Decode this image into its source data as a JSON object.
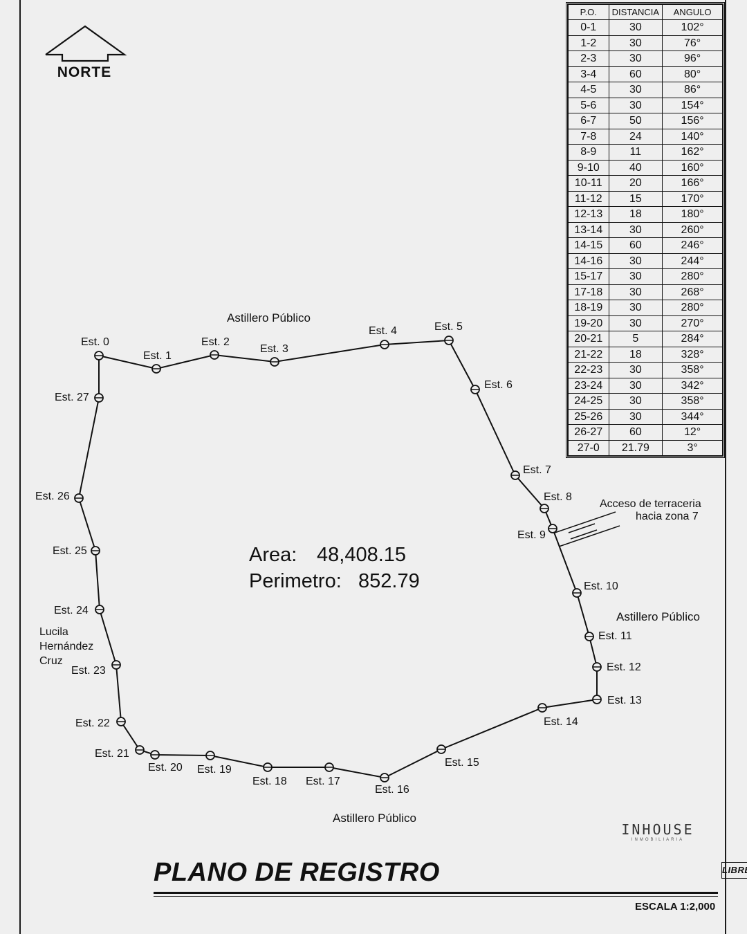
{
  "north": {
    "label": "NORTE"
  },
  "libreta": {
    "title": "LIBRETA",
    "headers": [
      "P.O.",
      "DISTANCIA",
      "ANGULO"
    ],
    "rows": [
      [
        "0-1",
        "30",
        "102°"
      ],
      [
        "1-2",
        "30",
        "76°"
      ],
      [
        "2-3",
        "30",
        "96°"
      ],
      [
        "3-4",
        "60",
        "80°"
      ],
      [
        "4-5",
        "30",
        "86°"
      ],
      [
        "5-6",
        "30",
        "154°"
      ],
      [
        "6-7",
        "50",
        "156°"
      ],
      [
        "7-8",
        "24",
        "140°"
      ],
      [
        "8-9",
        "11",
        "162°"
      ],
      [
        "9-10",
        "40",
        "160°"
      ],
      [
        "10-11",
        "20",
        "166°"
      ],
      [
        "11-12",
        "15",
        "170°"
      ],
      [
        "12-13",
        "18",
        "180°"
      ],
      [
        "13-14",
        "30",
        "260°"
      ],
      [
        "14-15",
        "60",
        "246°"
      ],
      [
        "14-16",
        "30",
        "244°"
      ],
      [
        "15-17",
        "30",
        "280°"
      ],
      [
        "17-18",
        "30",
        "268°"
      ],
      [
        "18-19",
        "30",
        "280°"
      ],
      [
        "19-20",
        "30",
        "270°"
      ],
      [
        "20-21",
        "5",
        "284°"
      ],
      [
        "21-22",
        "18",
        "328°"
      ],
      [
        "22-23",
        "30",
        "358°"
      ],
      [
        "23-24",
        "30",
        "342°"
      ],
      [
        "24-25",
        "30",
        "358°"
      ],
      [
        "25-26",
        "30",
        "344°"
      ],
      [
        "26-27",
        "60",
        "12°"
      ],
      [
        "27-0",
        "21.79",
        "3°"
      ]
    ]
  },
  "stations": [
    "Est. 0",
    "Est. 1",
    "Est. 2",
    "Est. 3",
    "Est. 4",
    "Est. 5",
    "Est. 6",
    "Est. 7",
    "Est. 8",
    "Est. 9",
    "Est. 10",
    "Est. 11",
    "Est. 12",
    "Est. 13",
    "Est. 14",
    "Est. 15",
    "Est. 16",
    "Est. 17",
    "Est. 18",
    "Est. 19",
    "Est. 20",
    "Est. 21",
    "Est. 22",
    "Est. 23",
    "Est. 24",
    "Est. 25",
    "Est. 26",
    "Est. 27"
  ],
  "boundaries": {
    "north": "Astillero Público",
    "east": "Astillero Público",
    "south": "Astillero Público",
    "west_owner": [
      "Lucila",
      "Hernández",
      "Cruz"
    ]
  },
  "access": {
    "line1": "Acceso de terraceria",
    "line2": "hacia zona 7"
  },
  "metrics": {
    "area_label": "Area:",
    "area_value": "48,408.15",
    "perimeter_label": "Perimetro:",
    "perimeter_value": "852.79"
  },
  "title": "PLANO DE REGISTRO",
  "scale": "ESCALA 1:2,000",
  "brand": {
    "name": "INHOUSE",
    "sub": "INMOBILIARIA"
  }
}
